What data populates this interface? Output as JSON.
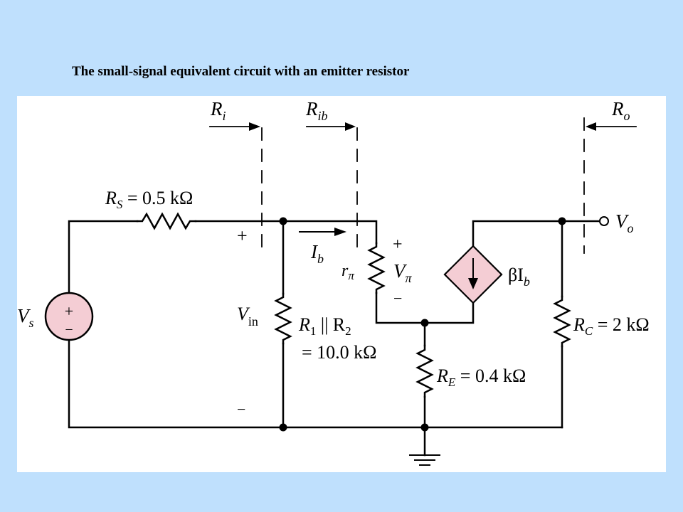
{
  "slide": {
    "title": "The small-signal equivalent circuit with an emitter resistor"
  },
  "colors": {
    "background": "#bfe0fd",
    "panel": "#ffffff",
    "source_fill": "#f4cdd4",
    "wire": "#000000"
  },
  "circuit": {
    "source": {
      "name": "V",
      "sub": "s",
      "plus": "+",
      "minus": "−"
    },
    "rs": {
      "name": "R",
      "sub": "S",
      "value": " = 0.5 kΩ"
    },
    "ri": {
      "name": "R",
      "sub": "i"
    },
    "rib": {
      "name": "R",
      "sub": "ib"
    },
    "ro": {
      "name": "R",
      "sub": "o"
    },
    "vin": {
      "name": "V",
      "sub": "in",
      "plus": "+",
      "minus": "−"
    },
    "r12": {
      "line1_a": "R",
      "line1_sub1": "1",
      "line1_mid": " || R",
      "line1_sub2": "2",
      "line2": "= 10.0 kΩ"
    },
    "ib": {
      "name": "I",
      "sub": "b"
    },
    "rpi": {
      "name": "r",
      "sub": "π"
    },
    "vpi": {
      "name": "V",
      "sub": "π",
      "plus": "+",
      "minus": "−"
    },
    "dep_source": {
      "prefix": "βI",
      "sub": "b"
    },
    "re": {
      "name": "R",
      "sub": "E",
      "value": " = 0.4 kΩ"
    },
    "rc": {
      "name": "R",
      "sub": "C",
      "value": " = 2 kΩ"
    },
    "vo": {
      "name": "V",
      "sub": "o"
    }
  }
}
